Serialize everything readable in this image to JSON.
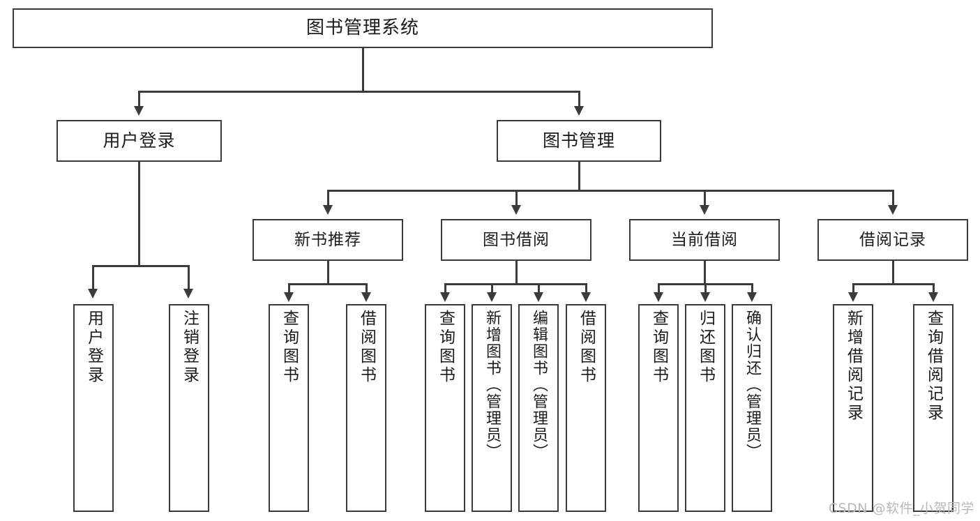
{
  "diagram": {
    "title": "图书管理系统",
    "type": "tree-hierarchy-flowchart",
    "watermark": "CSDN @软件_小贺同学",
    "colors": {
      "stroke": "#3b3b3b",
      "fill": "#ffffff",
      "text": "#1b1b1b",
      "watermark": "#b9b9b9"
    },
    "root": {
      "label": "图书管理系统"
    },
    "level1": [
      {
        "label": "用户登录"
      },
      {
        "label": "图书管理"
      }
    ],
    "level2": [
      {
        "label": "新书推荐"
      },
      {
        "label": "图书借阅"
      },
      {
        "label": "当前借阅"
      },
      {
        "label": "借阅记录"
      }
    ],
    "leaves": {
      "user_login": [
        {
          "label": "用户登录"
        },
        {
          "label": "注销登录"
        }
      ],
      "new_book_recommend": [
        {
          "label": "查询图书"
        },
        {
          "label": "借阅图书"
        }
      ],
      "book_borrow": [
        {
          "label": "查询图书"
        },
        {
          "label": "新增图书（管理员）"
        },
        {
          "label": "编辑图书（管理员）"
        },
        {
          "label": "借阅图书"
        }
      ],
      "current_borrow": [
        {
          "label": "查询图书"
        },
        {
          "label": "归还图书"
        },
        {
          "label": "确认归还（管理员）"
        }
      ],
      "borrow_records": [
        {
          "label": "新增借阅记录"
        },
        {
          "label": "查询借阅记录"
        }
      ]
    }
  }
}
